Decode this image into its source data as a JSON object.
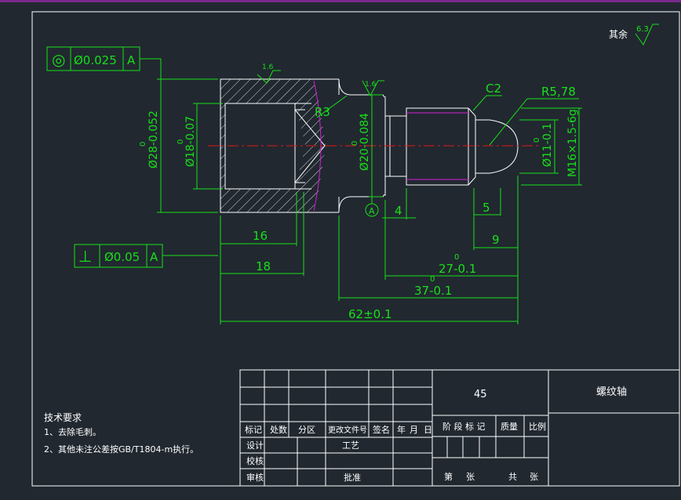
{
  "roughness": {
    "label": "其余",
    "value": "6.3",
    "face_left": "1.6",
    "face_mid": "1.6"
  },
  "gtol_top": {
    "symbol": "◎",
    "tolerance": "Ø0.025",
    "datum": "A"
  },
  "gtol_bottom": {
    "symbol": "⊥",
    "tolerance": "Ø0.05",
    "datum": "A"
  },
  "datum_label": "A",
  "dims": {
    "d28": "Ø28-0.052",
    "d28_sup": "0",
    "d18": "Ø18-0.07",
    "d18_sup": "0",
    "d20": "Ø20-0.084",
    "d20_sup": "0",
    "d11": "Ø11-0.1",
    "d11_sup": "0",
    "m16": "M16×1.5-6g",
    "r3": "R3",
    "c2": "C2",
    "r578": "R5,78",
    "l4": "4",
    "l5": "5",
    "l9": "9",
    "l16": "16",
    "l18": "18",
    "l27": "27-0.1",
    "l27_sup": "0",
    "l37": "37-0.1",
    "l37_sup": "0",
    "l62": "62±0.1"
  },
  "title_block": {
    "material": "45",
    "part_name": "螺纹轴",
    "headers": [
      "标记",
      "处数",
      "分区",
      "更改文件号",
      "签名",
      "年",
      "月",
      "日"
    ],
    "design": "设计",
    "process": "工艺",
    "check": "校核",
    "review": "审核",
    "approve": "批准",
    "stage_mark": "阶 段 标 记",
    "weight": "质量",
    "scale": "比例",
    "sheet_total": "共",
    "sheet_no": "第",
    "zhang1": "张",
    "zhang2": "张"
  },
  "tech_req": {
    "title": "技术要求",
    "items": [
      "1、去除毛刺。",
      "2、其他未注公差按GB/T1804-m执行。"
    ]
  }
}
